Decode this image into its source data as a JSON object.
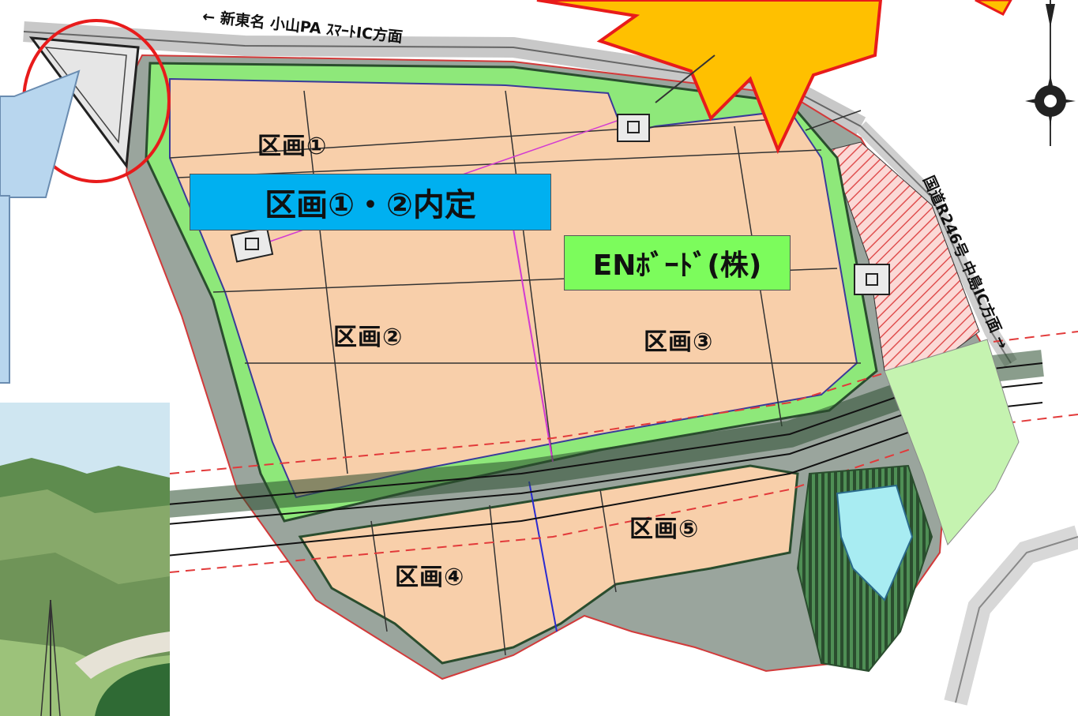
{
  "map": {
    "road_north_label": "← 新東名 小山PA ｽﾏｰﾄIC方面",
    "road_east_label": "国道R246号 中島IC方面 →",
    "plots": {
      "p1": "区画①",
      "p2": "区画②",
      "p3": "区画③",
      "p4": "区画④",
      "p5": "区画⑤"
    },
    "callout_naitei": "区画①・②内定",
    "callout_en": "ENﾎﾞｰﾄﾞ(株)"
  },
  "colors": {
    "lot_fill": "#f8cfaa",
    "green_slope": "#8ee87a",
    "grey_road": "#9aa59d",
    "blue_callout": "#00b0f0",
    "green_callout": "#7cfc5c",
    "starburst": "#ffc000",
    "starburst_outline": "#e81b1b",
    "circle": "#e81b1b",
    "speech_bubble": "#b8d6ee"
  },
  "icons": {
    "compass": "compass-rose-icon",
    "starburst": "explosion-starburst-icon",
    "speech_bubble": "speech-bubble-icon"
  }
}
